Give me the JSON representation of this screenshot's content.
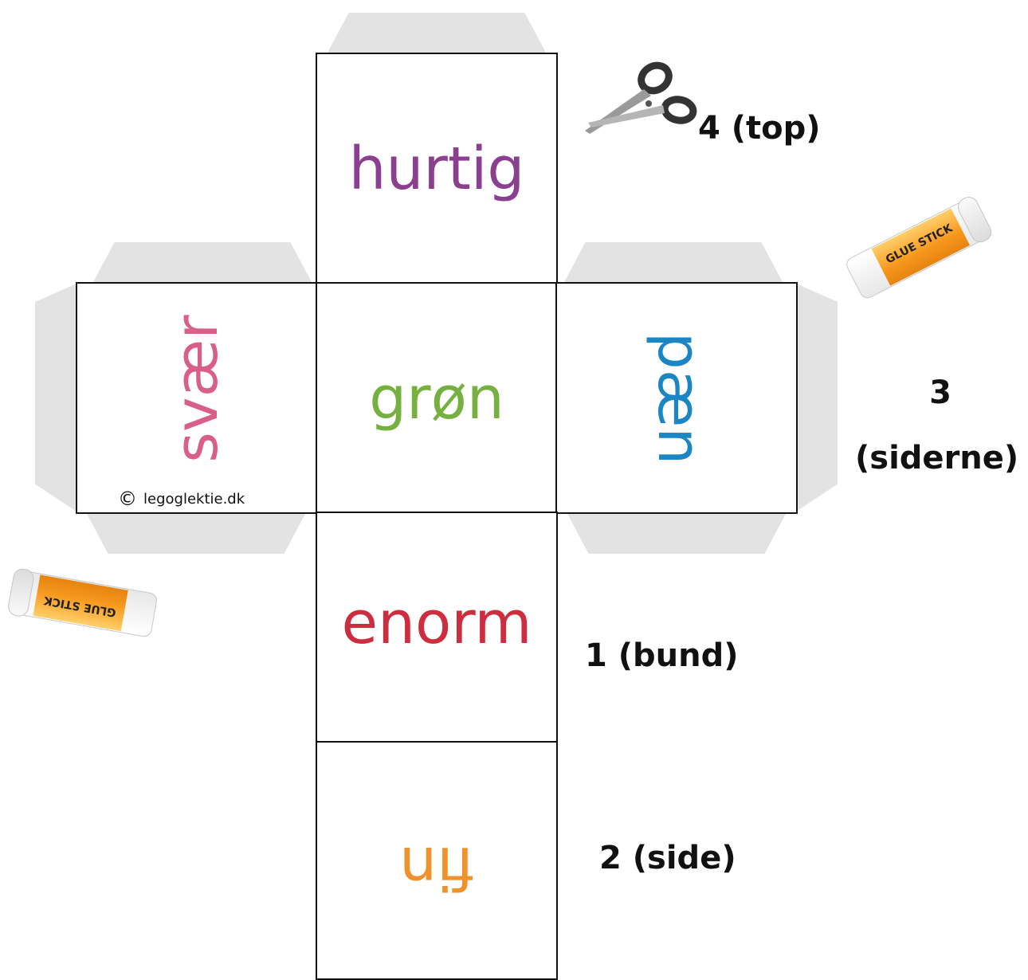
{
  "faces": {
    "top_word": "hurtig",
    "left_word": "svær",
    "center_word": "grøn",
    "right_word": "pæn",
    "bottom_word": "enorm",
    "last_word": "fin"
  },
  "labels": {
    "top": "4 (top)",
    "sides_number": "3",
    "sides_text": "(siderne)",
    "bottom": "1 (bund)",
    "side": "2 (side)"
  },
  "copyright": {
    "symbol": "©",
    "text": "legoglektie.dk"
  },
  "glue_stick": {
    "text": "GLUE STICK"
  },
  "colors": {
    "top_word": "#8a3f8f",
    "left_word": "#d95f8b",
    "center_word": "#76b041",
    "right_word": "#1b86c3",
    "bottom_word": "#cc2e3f",
    "last_word": "#f0922b",
    "flap": "#e3e3e3"
  },
  "icons": [
    "scissors-icon",
    "glue-stick-icon"
  ]
}
